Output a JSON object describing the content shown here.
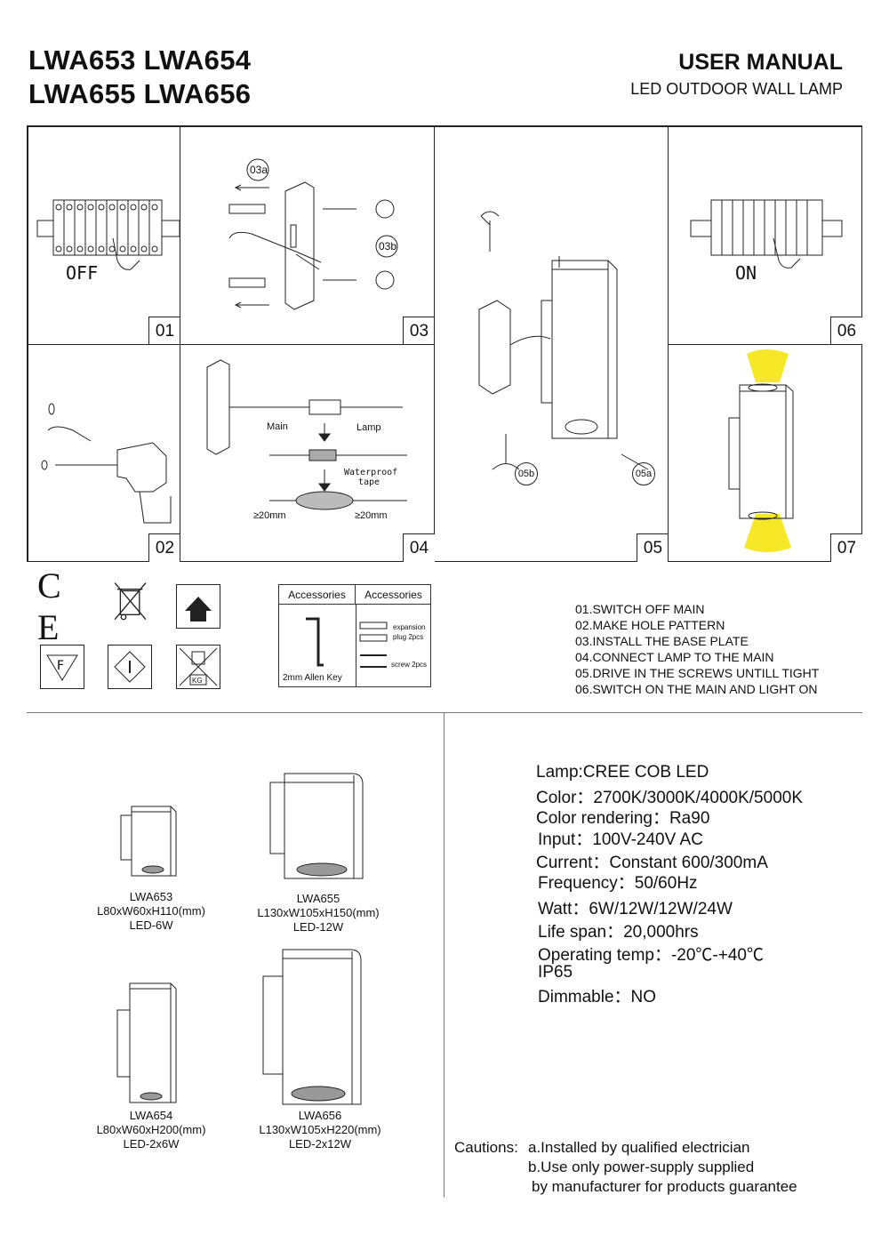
{
  "header": {
    "models_line1": "LWA653 LWA654",
    "models_line2": "LWA655 LWA656",
    "manual_title": "USER MANUAL",
    "manual_subtitle": "LED OUTDOOR WALL LAMP"
  },
  "panels": {
    "p01": {
      "num": "01",
      "label": "OFF"
    },
    "p02": {
      "num": "02"
    },
    "p03": {
      "num": "03",
      "callout_a": "03a",
      "callout_b": "03b"
    },
    "p04": {
      "num": "04",
      "main": "Main",
      "lamp": "Lamp",
      "tape1": "Waterproof",
      "tape2": "tape",
      "len_left": "≥20mm",
      "len_right": "≥20mm"
    },
    "p05": {
      "num": "05",
      "callout_a": "05a",
      "callout_b": "05b"
    },
    "p06": {
      "num": "06",
      "label": "ON"
    },
    "p07": {
      "num": "07"
    }
  },
  "certs": {
    "kg": "KG"
  },
  "accessories": {
    "head_left": "Accessories",
    "head_right": "Accessories",
    "allen_key": "2mm Allen Key",
    "expansion1": "expansion",
    "expansion2": "plug 2pcs",
    "screw": "screw 2pcs"
  },
  "steps": [
    "01.SWITCH OFF MAIN",
    "02.MAKE HOLE PATTERN",
    "03.INSTALL THE BASE PLATE",
    "04.CONNECT LAMP TO THE MAIN",
    "05.DRIVE IN THE SCREWS UNTILL TIGHT",
    "06.SWITCH ON THE MAIN AND LIGHT ON"
  ],
  "models": [
    {
      "name": "LWA653",
      "dims": "L80xW60xH110(mm)",
      "power": "LED-6W"
    },
    {
      "name": "LWA655",
      "dims": "L130xW105xH150(mm)",
      "power": "LED-12W"
    },
    {
      "name": "LWA654",
      "dims": "L80xW60xH200(mm)",
      "power": "LED-2x6W"
    },
    {
      "name": "LWA656",
      "dims": "L130xW105xH220(mm)",
      "power": "LED-2x12W"
    }
  ],
  "specs": [
    "Lamp:CREE COB LED",
    "Color：2700K/3000K/4000K/5000K",
    "Color rendering：Ra90",
    "Input：100V-240V AC",
    "Current：Constant 600/300mA",
    "Frequency：50/60Hz",
    "Watt：6W/12W/12W/24W",
    "Life span：20,000hrs",
    "Operating temp：-20℃-+40℃",
    "IP65",
    "Dimmable：NO"
  ],
  "cautions": {
    "label": "Cautions:",
    "a": "a.Installed by qualified electrician",
    "b1": "b.Use only power-supply supplied",
    "b2": "by manufacturer for products guarantee"
  },
  "colors": {
    "light": "#f5e400",
    "line": "#222222"
  }
}
